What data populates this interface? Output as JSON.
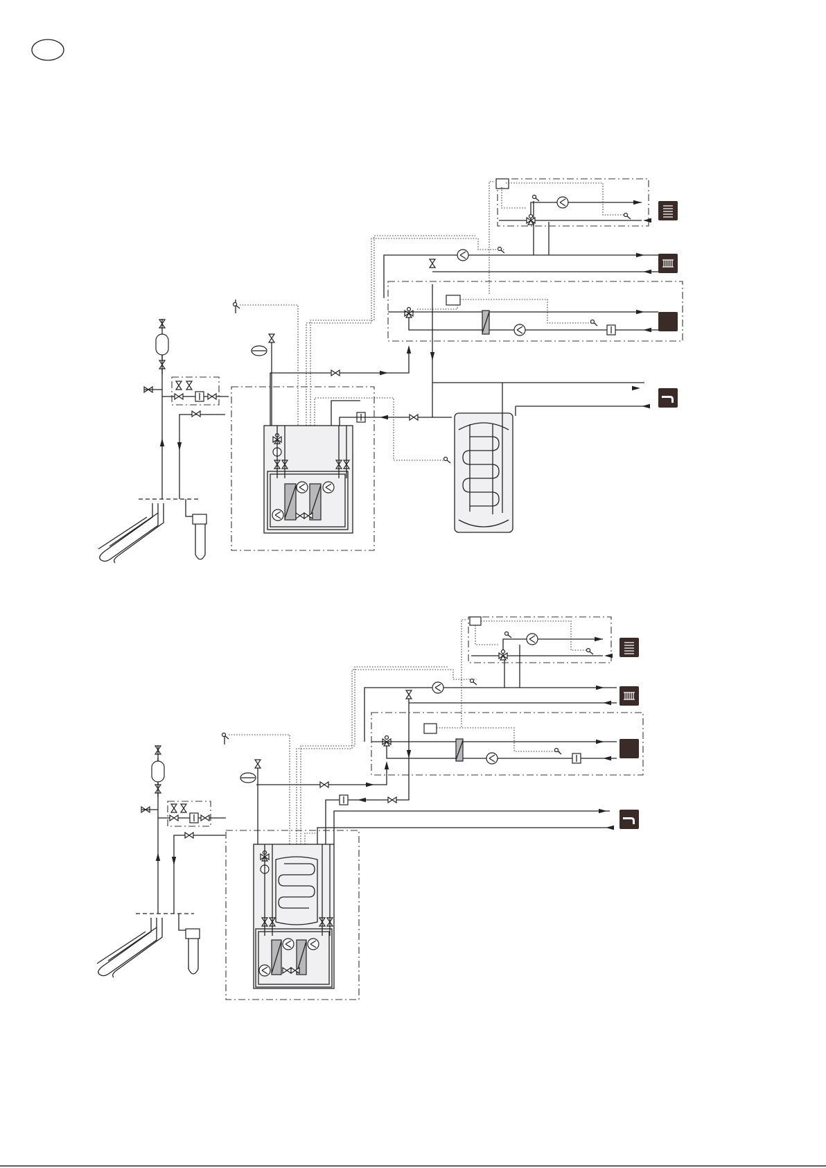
{
  "page": {
    "corner_marker": "oval-outline",
    "footer_rule": true
  },
  "diagrams": [
    {
      "id": "layout-with-separate-water-heater",
      "components": [
        "ground-collector-loop",
        "ground-probe",
        "expansion-vessel",
        "brine-filling-kit",
        "heat-pump-unit",
        "separate-hot-water-heater",
        "underfloor-circuit",
        "radiator-circuit",
        "pool-circuit",
        "hot-water-tap"
      ],
      "outputs": [
        "underfloor-heating-icon",
        "radiator-icon",
        "pool-heating-icon",
        "hot-water-tap-icon"
      ]
    },
    {
      "id": "layout-with-integrated-water-heater",
      "components": [
        "ground-collector-loop",
        "ground-probe",
        "expansion-vessel",
        "brine-filling-kit",
        "heat-pump-unit-with-integrated-tank",
        "underfloor-circuit",
        "radiator-circuit",
        "pool-circuit",
        "hot-water-tap"
      ],
      "outputs": [
        "underfloor-heating-icon",
        "radiator-icon",
        "pool-heating-icon",
        "hot-water-tap-icon"
      ]
    }
  ],
  "colors": {
    "line": "#222222",
    "unit_fill": "#f0f0f2",
    "exchanger_fill": "#b8b8bc",
    "icon_fill": "#3a2a28"
  }
}
